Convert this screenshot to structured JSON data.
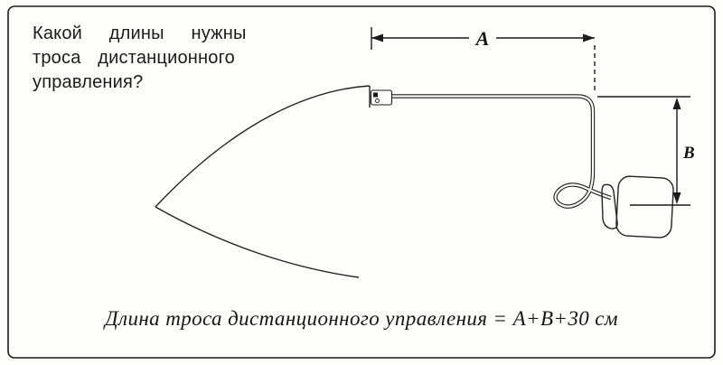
{
  "question": {
    "line1": "Какой длины нужны",
    "line2": "троса дистанционного",
    "line3": "управления?"
  },
  "dimensions": {
    "a": "A",
    "b": "B"
  },
  "caption": "Длина троса дистанционного управления = A+B+30 см",
  "colors": {
    "ink": "#1b1b1b",
    "background": "#fdfdfb"
  }
}
